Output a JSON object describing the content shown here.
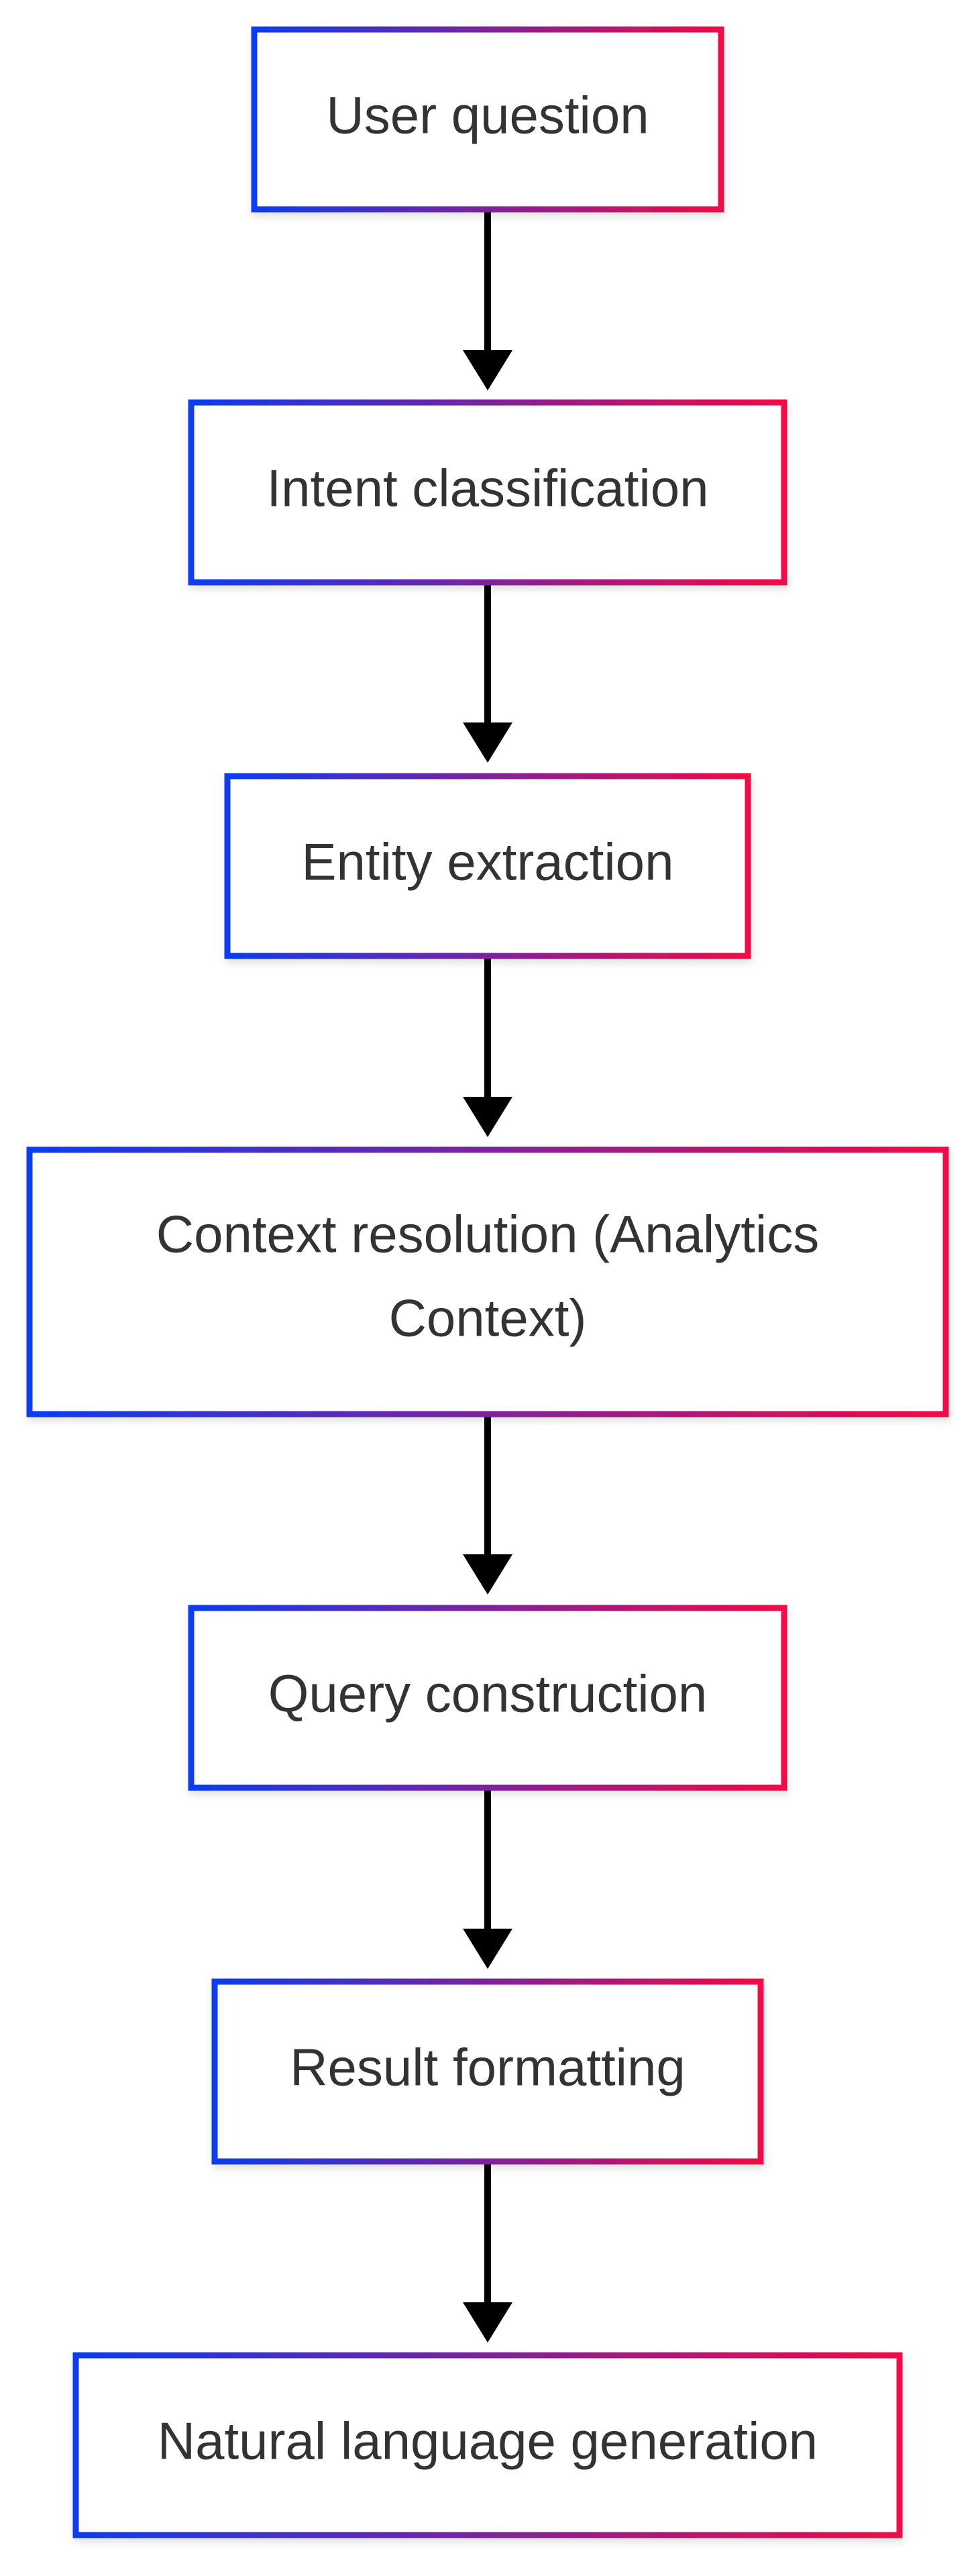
{
  "diagram": {
    "type": "flowchart",
    "direction": "top-to-bottom",
    "colors": {
      "border_start": "#0a3cf0",
      "border_end": "#f00a46",
      "text": "#333333",
      "arrow": "#000000",
      "background": "#ffffff",
      "node_fill": "#ffffff"
    },
    "nodes": [
      {
        "id": "user-question",
        "lines": [
          "User question"
        ]
      },
      {
        "id": "intent-classification",
        "lines": [
          "Intent classification"
        ]
      },
      {
        "id": "entity-extraction",
        "lines": [
          "Entity extraction"
        ]
      },
      {
        "id": "context-resolution",
        "lines": [
          "Context resolution (Analytics",
          "Context)"
        ]
      },
      {
        "id": "query-construction",
        "lines": [
          "Query construction"
        ]
      },
      {
        "id": "result-formatting",
        "lines": [
          "Result formatting"
        ]
      },
      {
        "id": "natural-language-generation",
        "lines": [
          "Natural language generation"
        ]
      }
    ],
    "edges": [
      {
        "from": "user-question",
        "to": "intent-classification"
      },
      {
        "from": "intent-classification",
        "to": "entity-extraction"
      },
      {
        "from": "entity-extraction",
        "to": "context-resolution"
      },
      {
        "from": "context-resolution",
        "to": "query-construction"
      },
      {
        "from": "query-construction",
        "to": "result-formatting"
      },
      {
        "from": "result-formatting",
        "to": "natural-language-generation"
      }
    ]
  }
}
